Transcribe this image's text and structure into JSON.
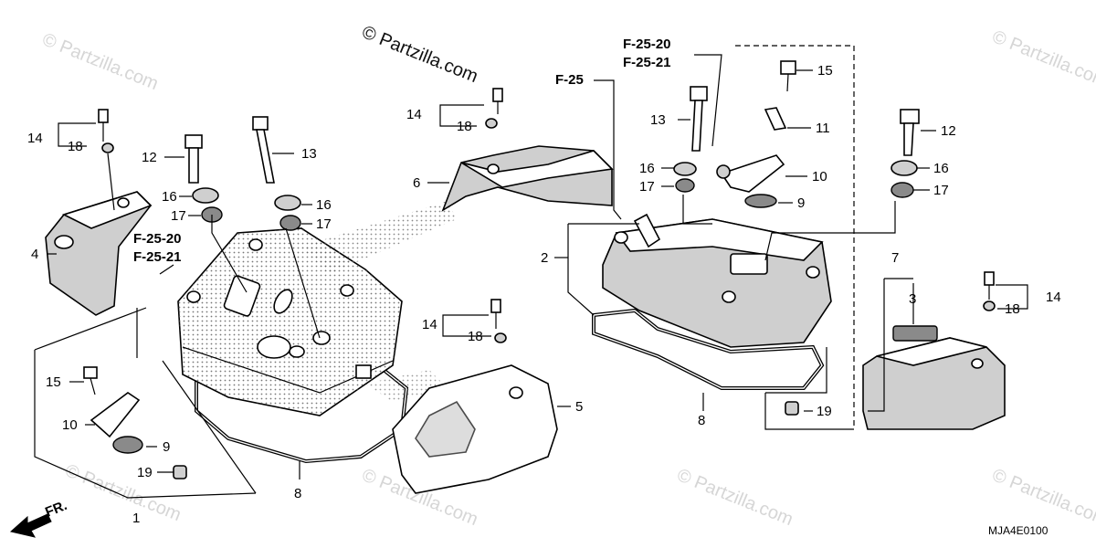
{
  "watermark": {
    "main": "© Partzilla.com",
    "faded": "© Partzilla.com"
  },
  "refs": {
    "left": [
      "F-25-20",
      "F-25-21"
    ],
    "top_center": [
      "F-25-20",
      "F-25-21"
    ],
    "top_f25": "F-25"
  },
  "direction": {
    "label": "FR."
  },
  "diagram_code": "MJA4E0100",
  "callouts": {
    "c1": "1",
    "c2": "2",
    "c3": "3",
    "c4": "4",
    "c5": "5",
    "c6": "6",
    "c7": "7",
    "c8a": "8",
    "c8b": "8",
    "c9a": "9",
    "c9b": "9",
    "c10a": "10",
    "c10b": "10",
    "c11": "11",
    "c12a": "12",
    "c12b": "12",
    "c13a": "13",
    "c13b": "13",
    "c14a": "14",
    "c14b": "14",
    "c14c": "14",
    "c14d": "14",
    "c15a": "15",
    "c15b": "15",
    "c16a": "16",
    "c16b": "16",
    "c16c": "16",
    "c16d": "16",
    "c17a": "17",
    "c17b": "17",
    "c17c": "17",
    "c17d": "17",
    "c18a": "18",
    "c18b": "18",
    "c18c": "18",
    "c18d": "18",
    "c19a": "19",
    "c19b": "19"
  }
}
